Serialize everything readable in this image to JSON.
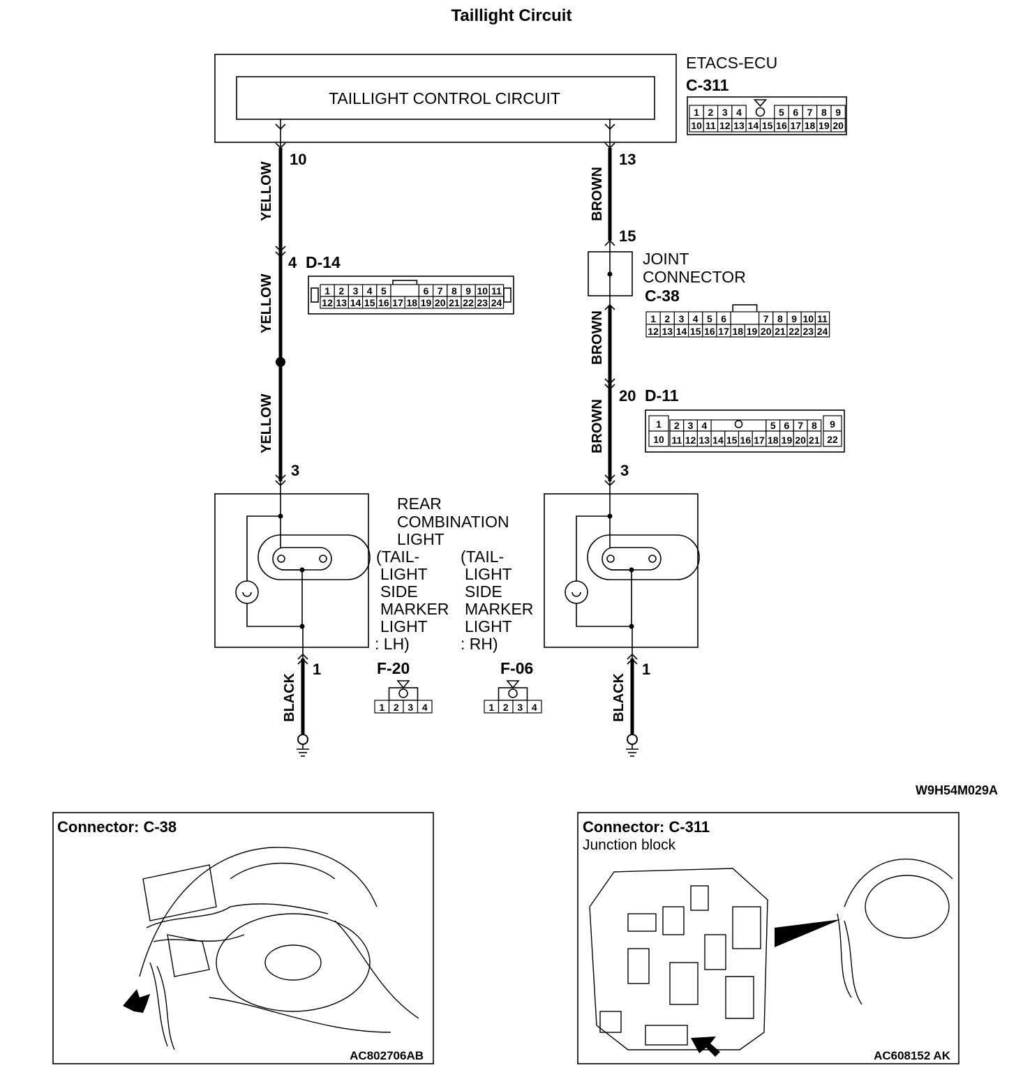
{
  "title": "Taillight Circuit",
  "ecu": {
    "name": "ETACS-ECU",
    "connector": "C-311",
    "circuit": "TAILLIGHT CONTROL CIRCUIT",
    "pins_top": [
      "1",
      "2",
      "3",
      "4",
      "5",
      "6",
      "7",
      "8",
      "9"
    ],
    "pins_bottom": [
      "10",
      "11",
      "12",
      "13",
      "14",
      "15",
      "16",
      "17",
      "18",
      "19",
      "20"
    ]
  },
  "left_wire": {
    "color": "YELLOW",
    "pin_ecu": "10",
    "pin_d14": "4",
    "pin_light": "3",
    "ground_pin": "1",
    "ground_color": "BLACK"
  },
  "right_wire": {
    "color": "BROWN",
    "pin_ecu": "13",
    "pin_joint_in": "15",
    "pin_d11": "20",
    "pin_light": "3",
    "ground_pin": "1",
    "ground_color": "BLACK"
  },
  "d14": {
    "name": "D-14",
    "top": [
      "1",
      "2",
      "3",
      "4",
      "5",
      "6",
      "7",
      "8",
      "9",
      "10",
      "11"
    ],
    "bottom": [
      "12",
      "13",
      "14",
      "15",
      "16",
      "17",
      "18",
      "19",
      "20",
      "21",
      "22",
      "23",
      "24"
    ]
  },
  "joint": {
    "line1": "JOINT",
    "line2": "CONNECTOR",
    "name": "C-38",
    "top": [
      "1",
      "2",
      "3",
      "4",
      "5",
      "6",
      "7",
      "8",
      "9",
      "10",
      "11"
    ],
    "bottom": [
      "12",
      "13",
      "14",
      "15",
      "16",
      "17",
      "18",
      "19",
      "20",
      "21",
      "22",
      "23",
      "24"
    ]
  },
  "d11": {
    "name": "D-11",
    "top": [
      "1",
      "2",
      "3",
      "4",
      "5",
      "6",
      "7",
      "8",
      "9"
    ],
    "bottom": [
      "10",
      "11",
      "12",
      "13",
      "14",
      "15",
      "16",
      "17",
      "18",
      "19",
      "20",
      "21",
      "22"
    ]
  },
  "rear_light": {
    "title": [
      "REAR",
      "COMBINATION",
      "LIGHT"
    ],
    "lh": [
      "(TAIL-",
      "LIGHT",
      "SIDE",
      "MARKER",
      "LIGHT",
      ": LH)"
    ],
    "rh": [
      "(TAIL-",
      "LIGHT",
      "SIDE",
      "MARKER",
      "LIGHT",
      ": RH)"
    ]
  },
  "f20": {
    "name": "F-20",
    "pins": [
      "1",
      "2",
      "3",
      "4"
    ]
  },
  "f06": {
    "name": "F-06",
    "pins": [
      "1",
      "2",
      "3",
      "4"
    ]
  },
  "diagram_code": "W9H54M029A",
  "panel_left": {
    "title": "Connector: C-38",
    "code": "AC802706AB"
  },
  "panel_right": {
    "title": "Connector: C-311",
    "subtitle": "Junction block",
    "code": "AC608152 AK"
  },
  "colors": {
    "line": "#000000",
    "background": "#ffffff"
  }
}
